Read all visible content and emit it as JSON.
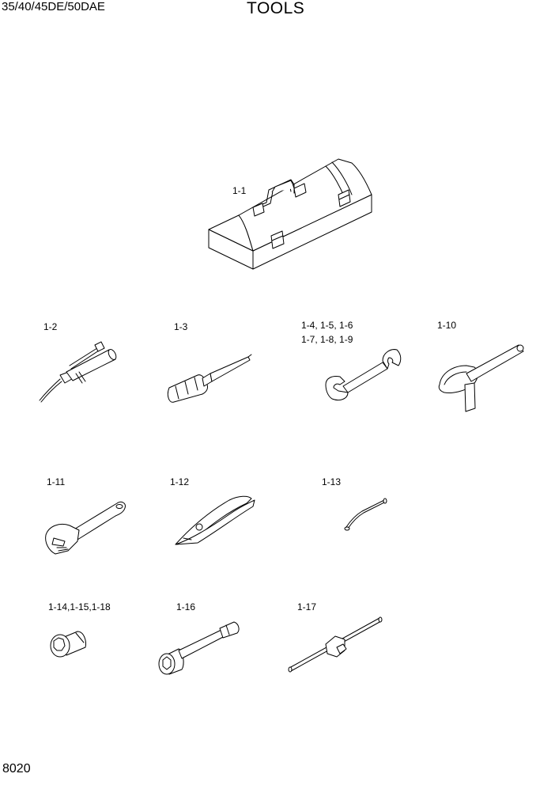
{
  "header": {
    "model": "35/40/45DE/50DAE",
    "title": "TOOLS"
  },
  "footer": {
    "page_number": "8020"
  },
  "parts": [
    {
      "label": "1-1",
      "icon": "toolbox-icon"
    },
    {
      "label": "1-2",
      "icon": "grease-gun-icon"
    },
    {
      "label": "1-3",
      "icon": "screwdriver-icon"
    },
    {
      "label": "1-4, 1-5, 1-6",
      "label2": "1-7, 1-8, 1-9",
      "icon": "open-end-wrench-icon"
    },
    {
      "label": "1-10",
      "icon": "filter-wrench-icon"
    },
    {
      "label": "1-11",
      "icon": "adjustable-wrench-icon"
    },
    {
      "label": "1-12",
      "icon": "pliers-icon"
    },
    {
      "label": "1-13",
      "icon": "bent-rod-icon"
    },
    {
      "label": "1-14,1-15,1-18",
      "icon": "socket-icon"
    },
    {
      "label": "1-16",
      "icon": "extension-bar-icon"
    },
    {
      "label": "1-17",
      "icon": "t-handle-icon"
    }
  ]
}
